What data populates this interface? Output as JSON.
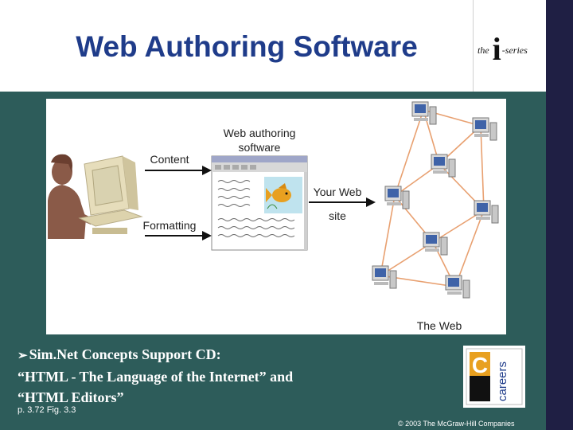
{
  "slide": {
    "title": "Web Authoring Software",
    "logo": {
      "prefix": "the",
      "letter": "i",
      "suffix": "-series"
    }
  },
  "figure": {
    "labels": {
      "web_authoring_line1": "Web authoring",
      "web_authoring_line2": "software",
      "content": "Content",
      "formatting": "Formatting",
      "your_web": "Your Web",
      "site": "site",
      "the_web": "The Web"
    },
    "icons": [
      "person-icon",
      "desktop-computer-icon",
      "browser-window-icon",
      "goldfish-icon",
      "network-computer-icon"
    ]
  },
  "bullet": {
    "line1": "Sim.Net Concepts Support CD:",
    "line2": "“HTML - The Language of the Internet” and",
    "line3": "“HTML Editors”"
  },
  "reference": "p. 3.72 Fig. 3.3",
  "careers_badge": {
    "letter": "C",
    "word": "careers"
  },
  "copyright": "© 2003 The McGraw-Hill Companies",
  "colors": {
    "background": "#2d5c5a",
    "title": "#1f3c8a",
    "right_band": "#1f1f44",
    "network_lines": "#e8a070",
    "careers_orange": "#e8a020"
  }
}
